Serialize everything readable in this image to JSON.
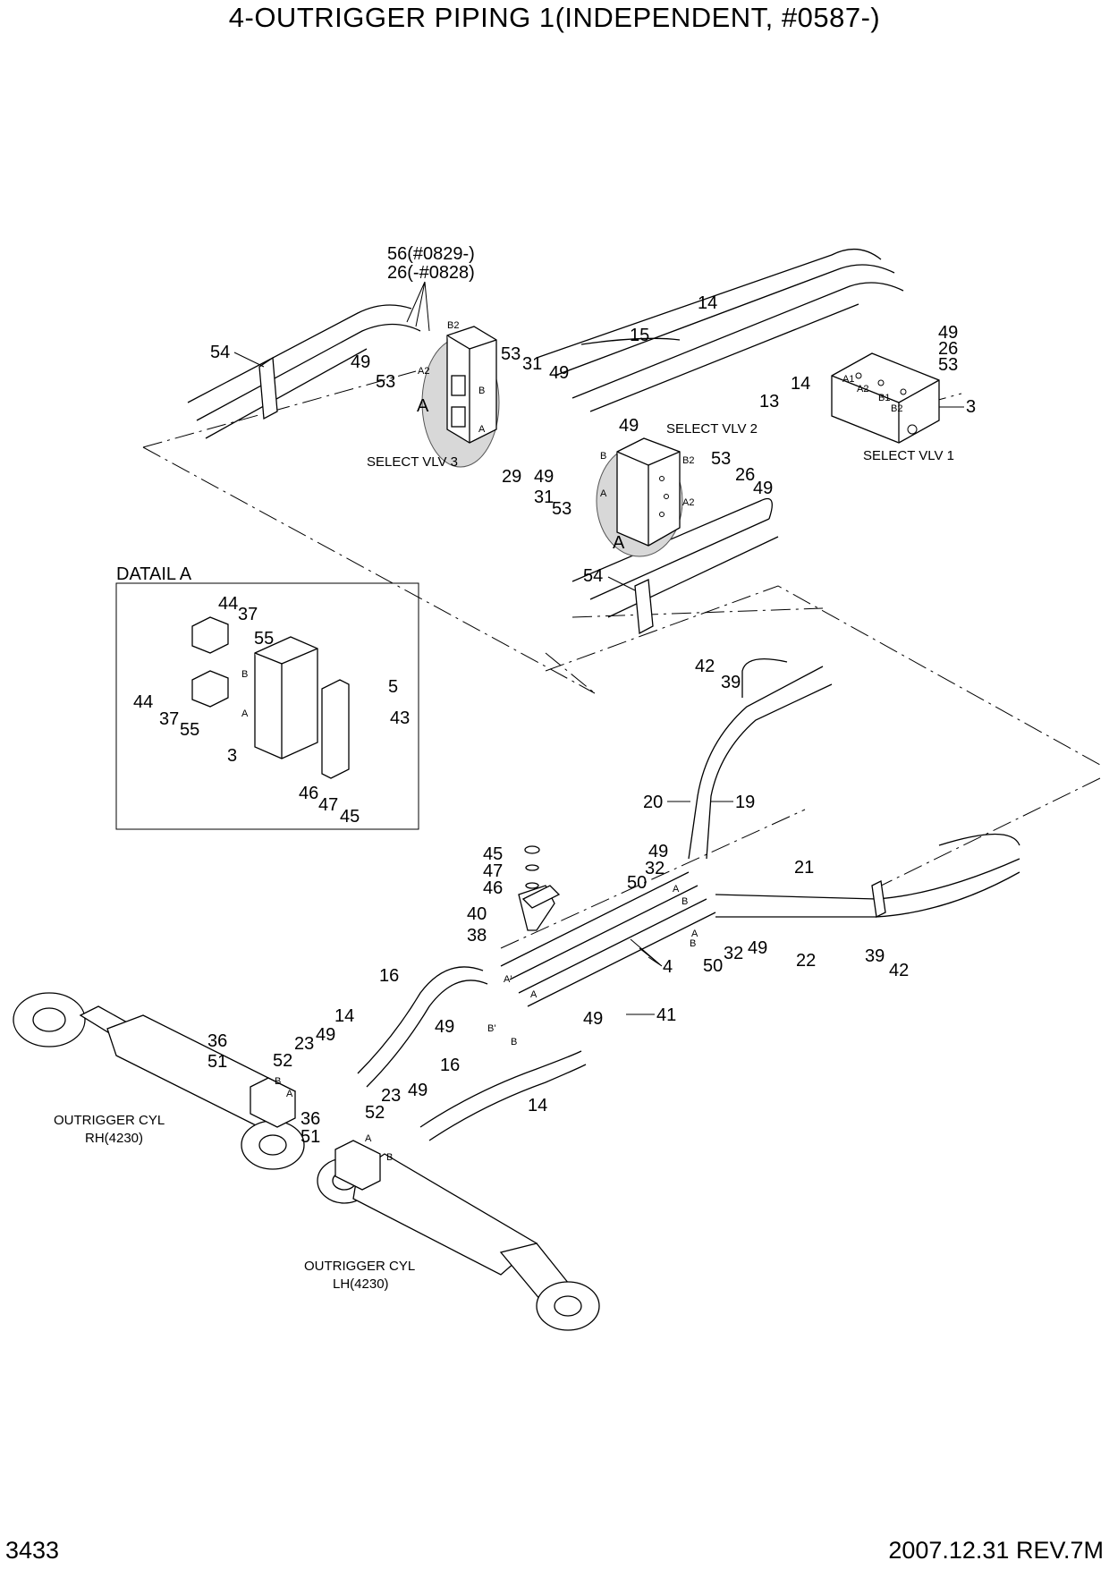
{
  "header": {
    "title": "4-OUTRIGGER PIPING 1(INDEPENDENT, #0587-)",
    "page_number": "3433",
    "revision": "2007.12.31  REV.7M"
  },
  "captions": {
    "select_vlv_3": "SELECT VLV 3",
    "select_vlv_2": "SELECT VLV 2",
    "select_vlv_1": "SELECT VLV 1",
    "detail_a": "DATAIL A",
    "cyl_rh_line1": "OUTRIGGER CYL",
    "cyl_rh_line2": "RH(4230)",
    "cyl_lh_line1": "OUTRIGGER CYL",
    "cyl_lh_line2": "LH(4230)"
  },
  "callouts": {
    "c56": "56(#0829-)",
    "c26_range": "26(-#0828)",
    "p54_top": "54",
    "p49_a": "49",
    "p53_a": "53",
    "p53_b": "53",
    "p31_a": "31",
    "p49_b": "49",
    "p15": "15",
    "p14_a": "14",
    "p14_b": "14",
    "p13": "13",
    "p49_c": "49",
    "p26_a": "26",
    "p53_c": "53",
    "p3_a": "3",
    "p49_d": "49",
    "p29": "29",
    "p49_e": "49",
    "p31_b": "31",
    "p53_d": "53",
    "p53_e": "53",
    "p26_b": "26",
    "p49_f": "49",
    "p54_b": "54",
    "letter_a1": "A",
    "letter_a2": "A",
    "p44_a": "44",
    "p37_a": "37",
    "p55_a": "55",
    "p44_b": "44",
    "p37_b": "37",
    "p55_b": "55",
    "p5": "5",
    "p43": "43",
    "p3_b": "3",
    "p46_a": "46",
    "p47_a": "47",
    "p45_a": "45",
    "p42_a": "42",
    "p39_a": "39",
    "p20": "20",
    "p19": "19",
    "p45_b": "45",
    "p47_b": "47",
    "p46_b": "46",
    "p40": "40",
    "p38": "38",
    "p49_g": "49",
    "p32_a": "32",
    "p50_a": "50",
    "p21": "21",
    "p22": "22",
    "p50_b": "50",
    "p32_b": "32",
    "p49_h": "49",
    "p39_b": "39",
    "p42_b": "42",
    "p4": "4",
    "p41": "41",
    "p16_a": "16",
    "p14_c": "14",
    "p49_i": "49",
    "p49_j": "49",
    "p36_a": "36",
    "p51_a": "51",
    "p52_a": "52",
    "p23_a": "23",
    "p49_k": "49",
    "p16_b": "16",
    "p14_d": "14",
    "p23_b": "23",
    "p49_l": "49",
    "p36_b": "36",
    "p52_b": "52",
    "p51_b": "51"
  },
  "port_labels": {
    "b2_v3": "B2",
    "a2_v3": "A2",
    "b_v3": "B",
    "a_v3": "A",
    "b2_v2": "B2",
    "a2_v2": "A2",
    "b_v2": "B",
    "a_v2": "A",
    "a1_v1": "A1",
    "a2_v1": "A2",
    "b1_v1": "B1",
    "b2_v1": "B2",
    "b_det": "B",
    "a_det": "A",
    "a_prime": "A'",
    "b_prime": "B'",
    "a_mid": "A",
    "b_mid": "B",
    "a_tee1": "A",
    "b_tee1": "B",
    "a_tee2": "A",
    "b_tee2": "B",
    "b_rh": "B",
    "a_rh": "A",
    "a_lh": "A",
    "b_lh": "B"
  }
}
